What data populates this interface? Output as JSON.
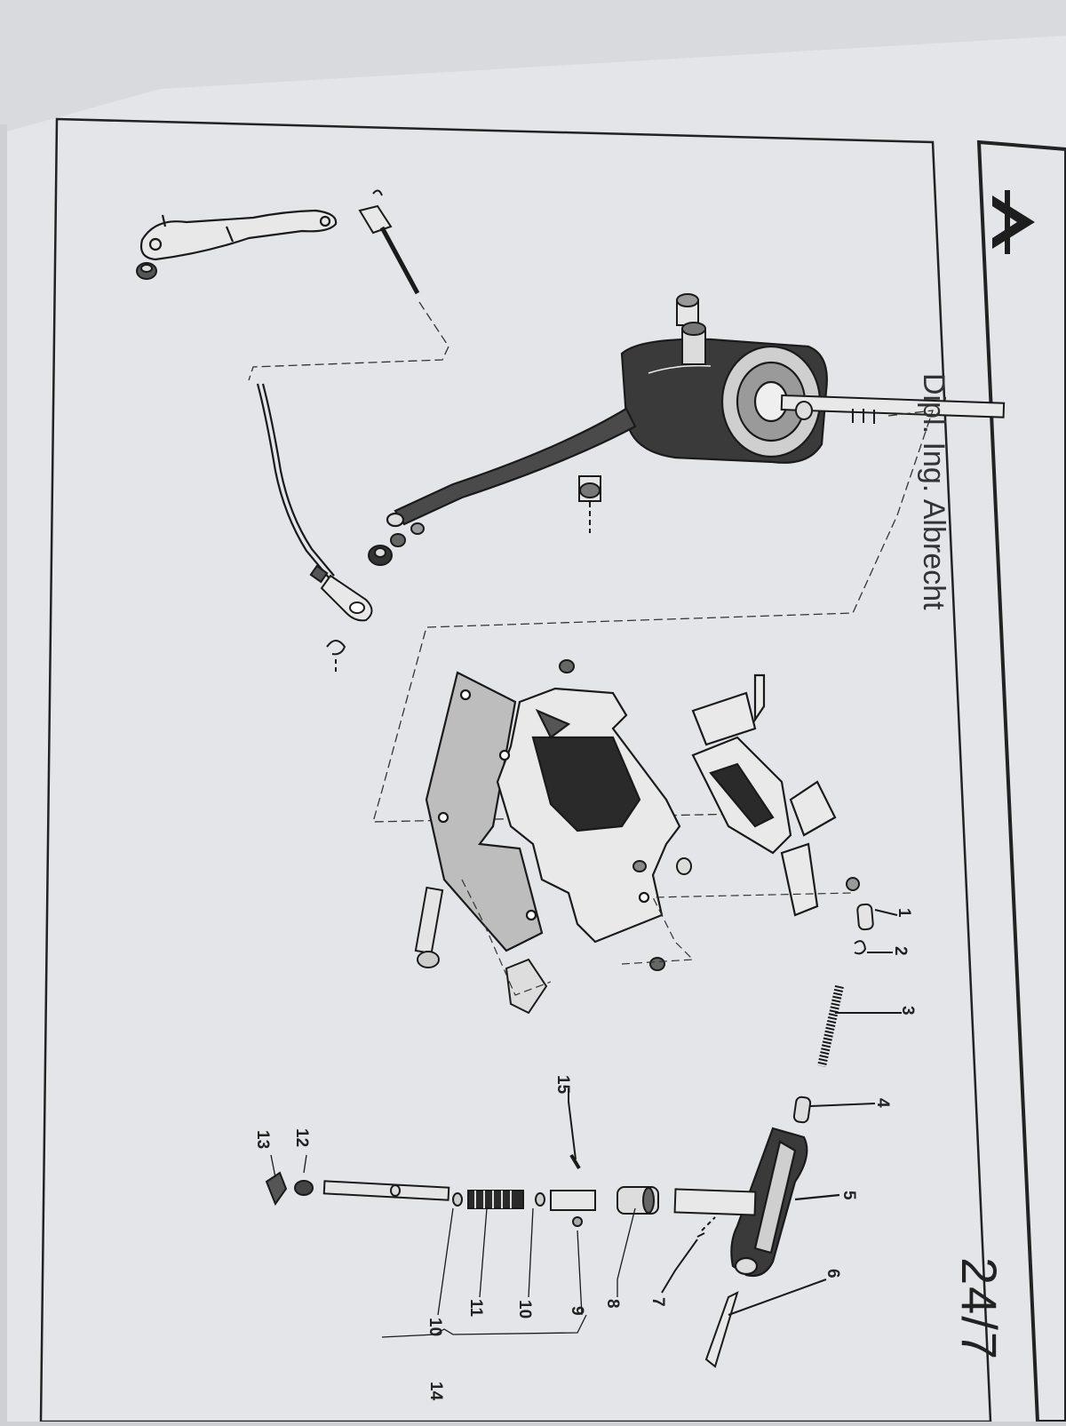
{
  "page": {
    "header_text": "Dipl. Ing. Albrecht",
    "page_number": "24/7",
    "logo": "A-logo"
  },
  "diagram": {
    "type": "exploded-parts-drawing",
    "callouts": [
      "1",
      "2",
      "3",
      "4",
      "5",
      "6",
      "7",
      "8",
      "9",
      "10",
      "11",
      "10",
      "12",
      "13",
      "14",
      "15"
    ]
  },
  "colors": {
    "paper": "#e4e5e9",
    "ink": "#1a1a1a",
    "page_shadow": "#cfd0d4"
  }
}
